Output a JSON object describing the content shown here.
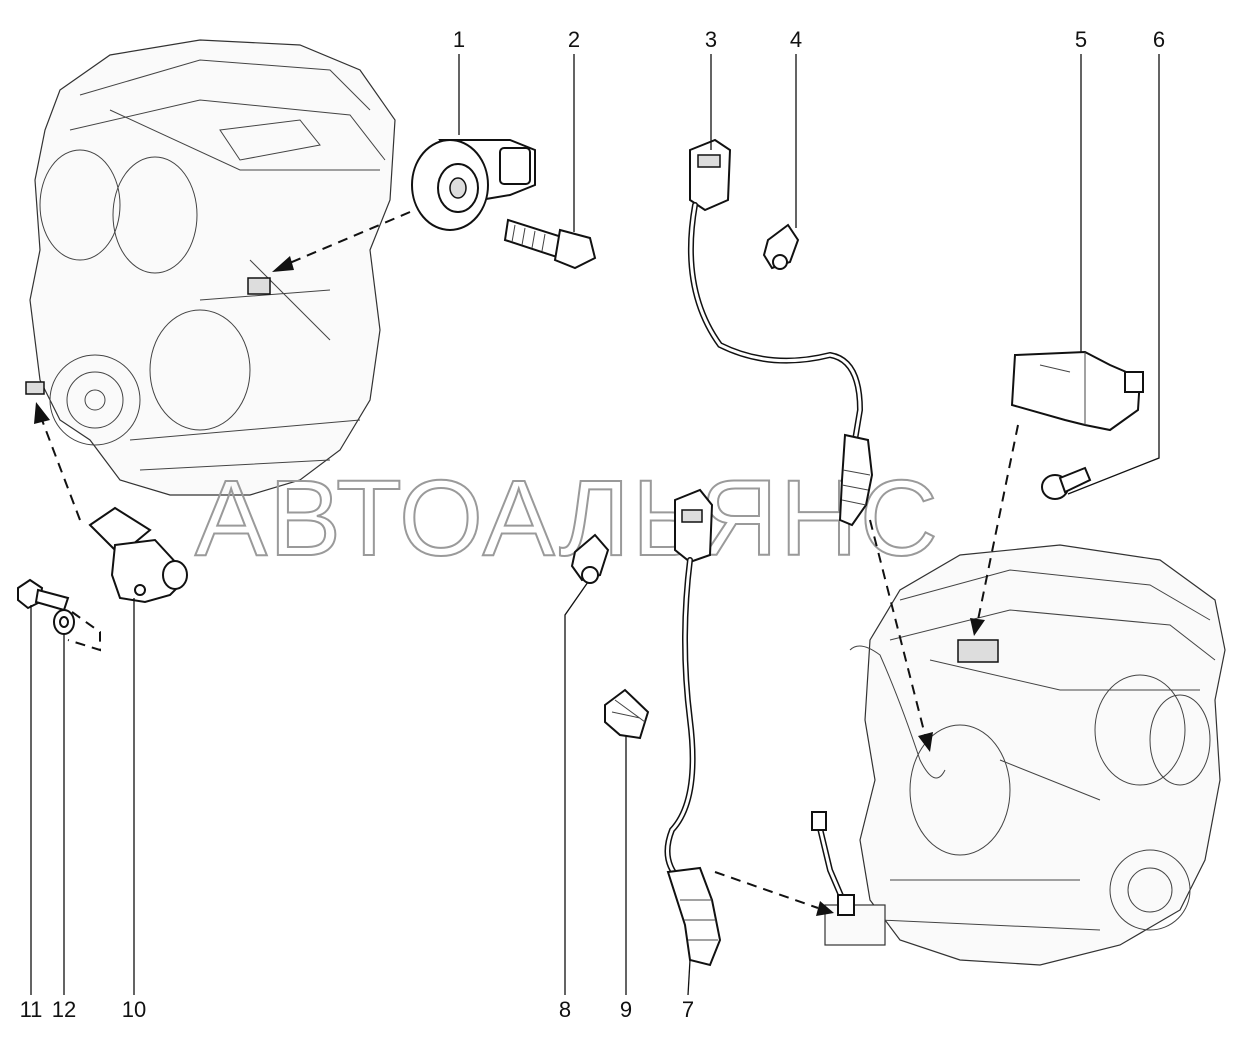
{
  "watermark": "АВТОАЛЬЯНС",
  "callouts": {
    "c1": "1",
    "c2": "2",
    "c3": "3",
    "c4": "4",
    "c5": "5",
    "c6": "6",
    "c7": "7",
    "c8": "8",
    "c9": "9",
    "c10": "10",
    "c11": "11",
    "c12": "12"
  }
}
